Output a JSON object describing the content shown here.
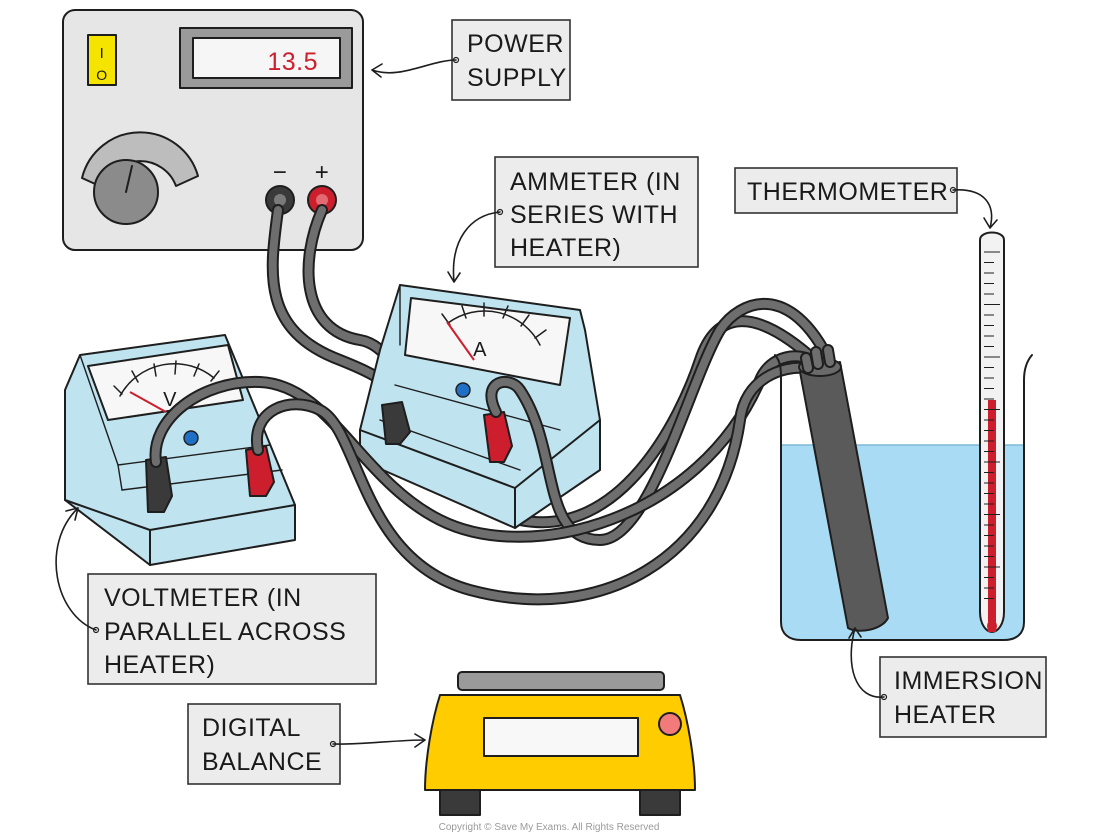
{
  "labels": {
    "power_supply": [
      "POWER",
      "SUPPLY"
    ],
    "ammeter": [
      "AMMETER (IN",
      "SERIES WITH",
      "HEATER)"
    ],
    "thermometer": [
      "THERMOMETER"
    ],
    "voltmeter": [
      "VOLTMETER (IN",
      "PARALLEL ACROSS",
      "HEATER)"
    ],
    "digital_balance": [
      "DIGITAL",
      "BALANCE"
    ],
    "immersion_heater": [
      "IMMERSION",
      "HEATER"
    ]
  },
  "power_supply": {
    "display_value": "13.5",
    "switch_on": "I",
    "switch_off": "O",
    "negative_terminal": "−",
    "positive_terminal": "+"
  },
  "ammeter": {
    "unit": "A"
  },
  "voltmeter": {
    "unit": "V"
  },
  "copyright": "Copyright © Save My Exams. All Rights Reserved",
  "colors": {
    "meter_body": "#bfe3ef",
    "water": "#a9dcf4",
    "balance": "#ffcc00",
    "switch": "#f5e400",
    "red_terminal": "#cc1e2c",
    "display_text": "#cc1e2c"
  }
}
